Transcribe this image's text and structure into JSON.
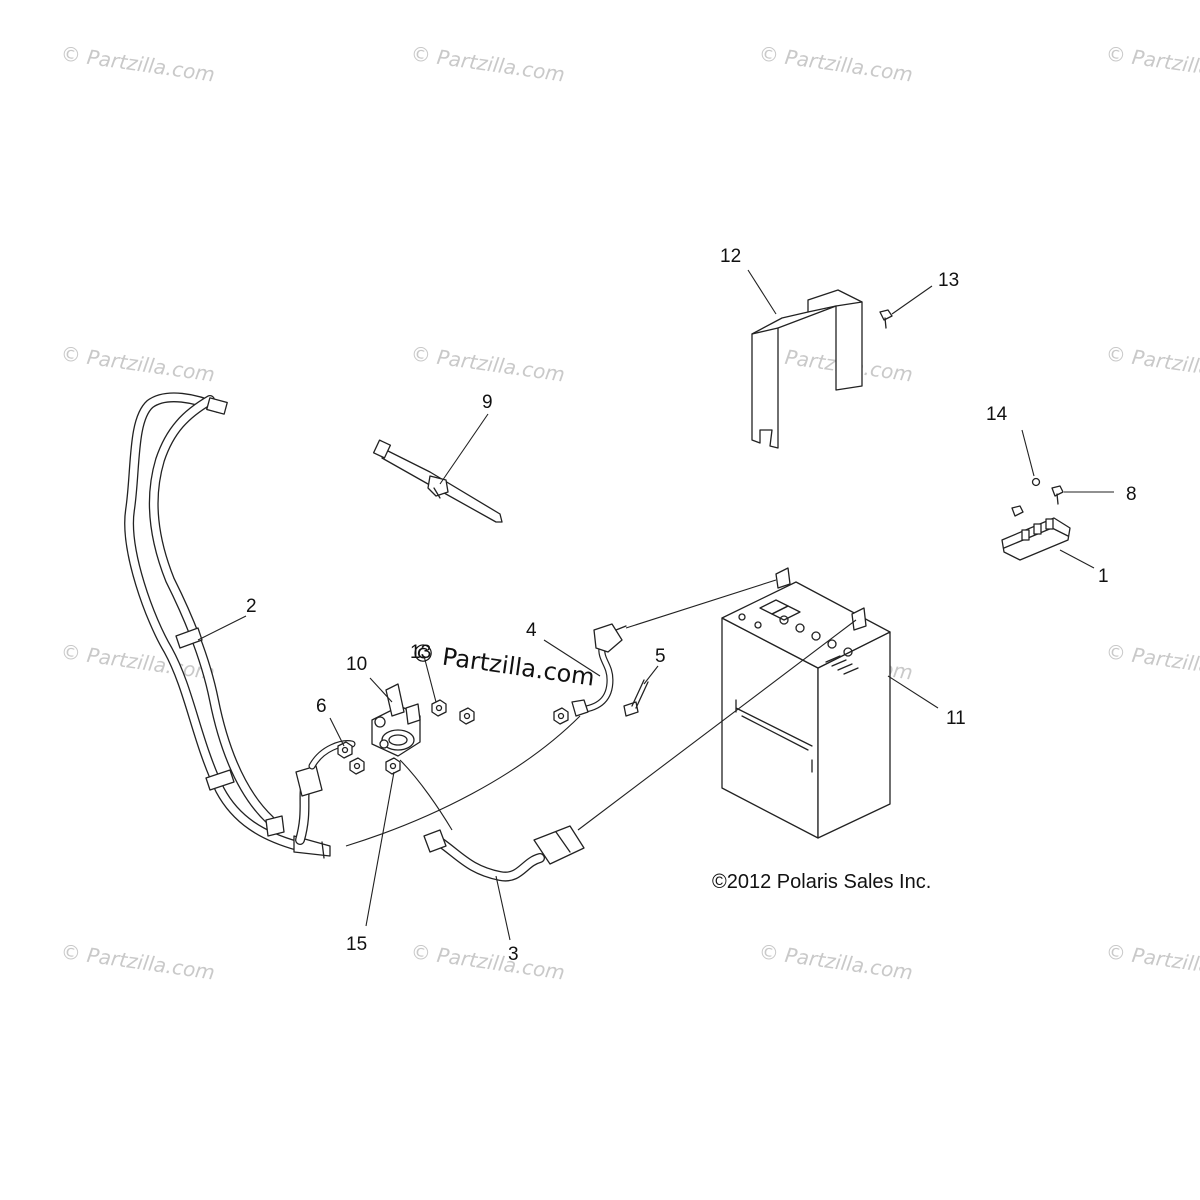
{
  "watermark": {
    "text": "© Partzilla.com",
    "color": "#c9c9c9"
  },
  "center_watermark": {
    "text": "© Partzilla.com"
  },
  "copyright": "©2012 Polaris Sales Inc.",
  "callouts": [
    {
      "id": "1",
      "label": "1",
      "part": "terminal block"
    },
    {
      "id": "2",
      "label": "2",
      "part": "cable harness"
    },
    {
      "id": "3",
      "label": "3",
      "part": "negative battery cable"
    },
    {
      "id": "4",
      "label": "4",
      "part": "positive battery cable"
    },
    {
      "id": "5",
      "label": "5",
      "part": "bolt"
    },
    {
      "id": "6",
      "label": "6",
      "part": "nut"
    },
    {
      "id": "8",
      "label": "8",
      "part": "screw"
    },
    {
      "id": "9",
      "label": "9",
      "part": "cable tie"
    },
    {
      "id": "10",
      "label": "10",
      "part": "solenoid"
    },
    {
      "id": "11",
      "label": "11",
      "part": "battery"
    },
    {
      "id": "12",
      "label": "12",
      "part": "battery hold-down bracket"
    },
    {
      "id": "13",
      "label": "13",
      "part": "bolt"
    },
    {
      "id": "14",
      "label": "14",
      "part": "nut"
    },
    {
      "id": "15",
      "label": "15",
      "part": "nut"
    },
    {
      "id": "13b",
      "label": "13",
      "part": "nut (partially covered)"
    }
  ]
}
